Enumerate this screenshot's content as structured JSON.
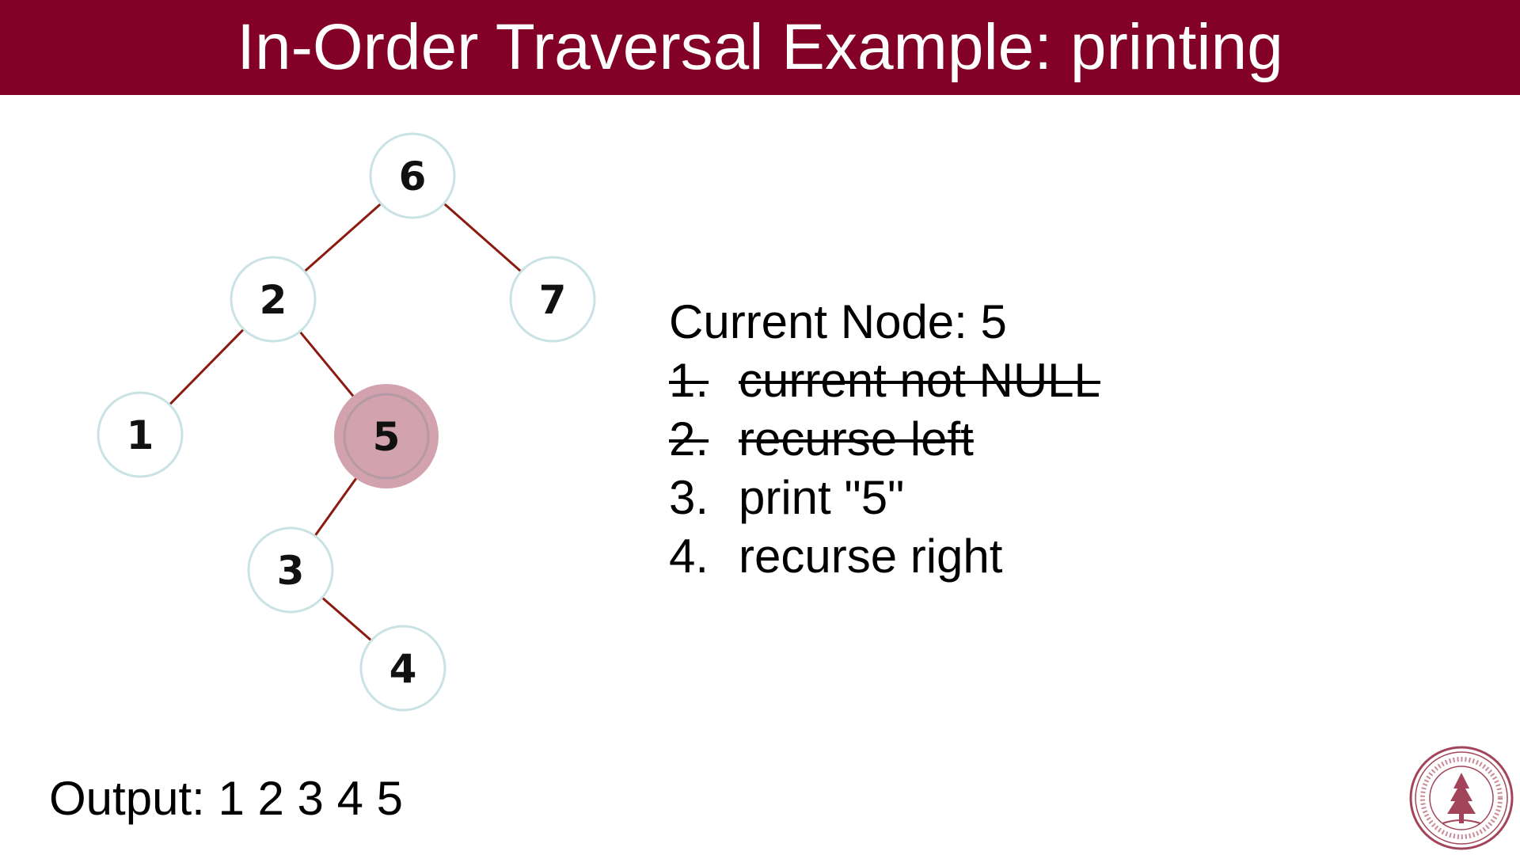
{
  "title": "In-Order Traversal Example: printing",
  "colors": {
    "title_bar": "#830026",
    "edge": "#8b1a10",
    "node_border": "#c9e2e4",
    "highlight_fill": "#d2a3ae"
  },
  "tree": {
    "nodes": [
      {
        "id": "6",
        "label": "6",
        "highlighted": false
      },
      {
        "id": "2",
        "label": "2",
        "highlighted": false
      },
      {
        "id": "7",
        "label": "7",
        "highlighted": false
      },
      {
        "id": "1",
        "label": "1",
        "highlighted": false
      },
      {
        "id": "5",
        "label": "5",
        "highlighted": true
      },
      {
        "id": "3",
        "label": "3",
        "highlighted": false
      },
      {
        "id": "4",
        "label": "4",
        "highlighted": false
      }
    ],
    "edges": [
      [
        "6",
        "2"
      ],
      [
        "6",
        "7"
      ],
      [
        "2",
        "1"
      ],
      [
        "2",
        "5"
      ],
      [
        "5",
        "3"
      ],
      [
        "3",
        "4"
      ]
    ]
  },
  "current_node": "Current Node: 5",
  "steps": [
    {
      "num": "1.",
      "text": "current not NULL",
      "done": true
    },
    {
      "num": "2.",
      "text": "recurse left",
      "done": true
    },
    {
      "num": "3.",
      "text": "print \"5\"",
      "done": false
    },
    {
      "num": "4.",
      "text": "recurse right",
      "done": false
    }
  ],
  "output": "Output: 1 2 3 4 5",
  "seal_icon": "stanford-seal-icon"
}
